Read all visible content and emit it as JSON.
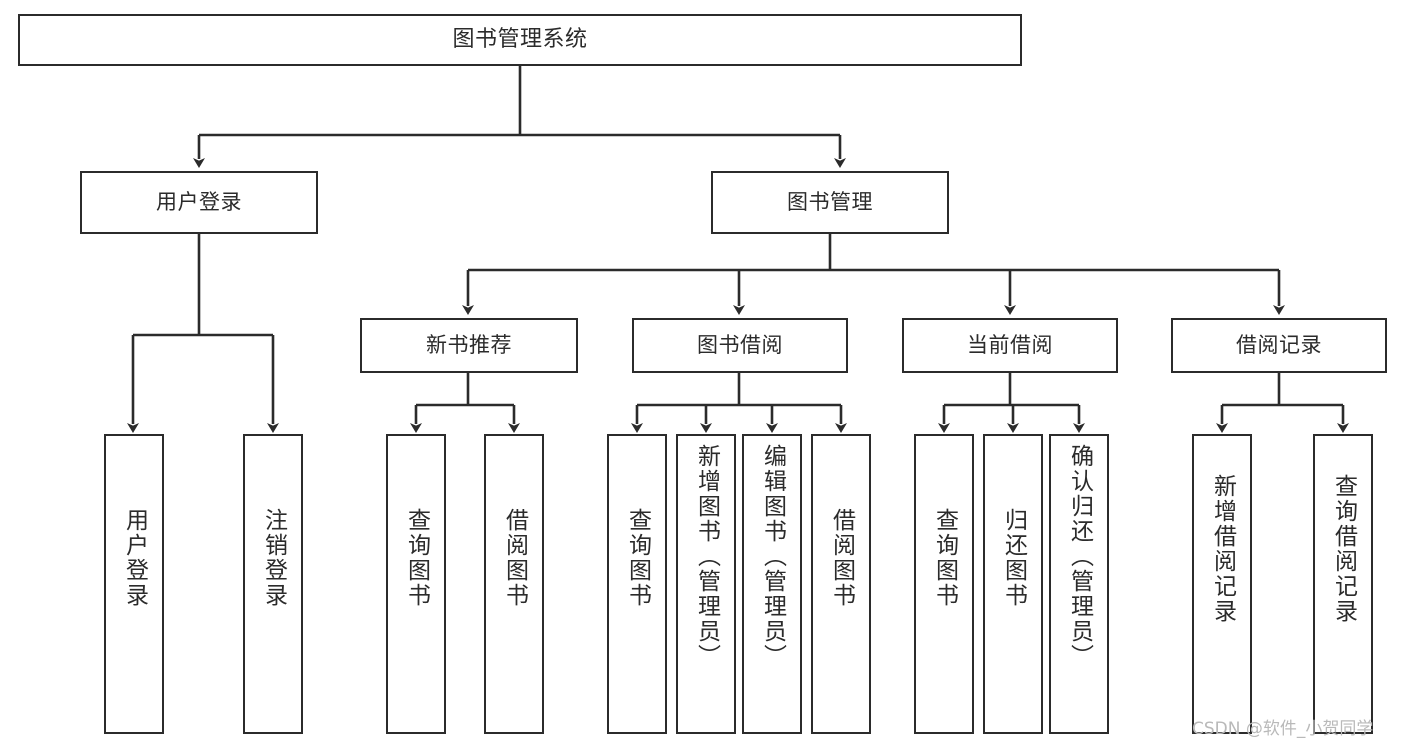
{
  "diagram": {
    "type": "tree",
    "title": "图书管理系统",
    "orientation": "top-down",
    "line_color": "#2b2b2b",
    "box_fill": "#ffffff",
    "text_color": "#2b2b2b"
  },
  "nodes": {
    "root": {
      "label": "图书管理系统",
      "level": 1
    },
    "login": {
      "label": "用户登录",
      "level": 2
    },
    "book_manage": {
      "label": "图书管理",
      "level": 2
    },
    "new_book": {
      "label": "新书推荐",
      "level": 3
    },
    "book_borrow": {
      "label": "图书借阅",
      "level": 3
    },
    "current_borrow": {
      "label": "当前借阅",
      "level": 3
    },
    "borrow_record": {
      "label": "借阅记录",
      "level": 3
    },
    "leaf_user_login": {
      "label": "用户登录",
      "level": 4
    },
    "leaf_logout": {
      "label": "注销登录",
      "level": 4
    },
    "leaf_query_book_1": {
      "label": "查询图书",
      "level": 4
    },
    "leaf_borrow_book_1": {
      "label": "借阅图书",
      "level": 4
    },
    "leaf_query_book_2": {
      "label": "查询图书",
      "level": 4
    },
    "leaf_add_book": {
      "label": "新增图书（管理员）",
      "level": 4
    },
    "leaf_edit_book": {
      "label": "编辑图书（管理员）",
      "level": 4
    },
    "leaf_borrow_book_2": {
      "label": "借阅图书",
      "level": 4
    },
    "leaf_query_book_3": {
      "label": "查询图书",
      "level": 4
    },
    "leaf_return_book": {
      "label": "归还图书",
      "level": 4
    },
    "leaf_confirm_return": {
      "label": "确认归还（管理员）",
      "level": 4
    },
    "leaf_add_record": {
      "label": "新增借阅记录",
      "level": 4
    },
    "leaf_query_record": {
      "label": "查询借阅记录",
      "level": 4
    }
  },
  "edges": [
    {
      "from": "root",
      "to": "login"
    },
    {
      "from": "root",
      "to": "book_manage"
    },
    {
      "from": "login",
      "to": "leaf_user_login"
    },
    {
      "from": "login",
      "to": "leaf_logout"
    },
    {
      "from": "book_manage",
      "to": "new_book"
    },
    {
      "from": "book_manage",
      "to": "book_borrow"
    },
    {
      "from": "book_manage",
      "to": "current_borrow"
    },
    {
      "from": "book_manage",
      "to": "borrow_record"
    },
    {
      "from": "new_book",
      "to": "leaf_query_book_1"
    },
    {
      "from": "new_book",
      "to": "leaf_borrow_book_1"
    },
    {
      "from": "book_borrow",
      "to": "leaf_query_book_2"
    },
    {
      "from": "book_borrow",
      "to": "leaf_add_book"
    },
    {
      "from": "book_borrow",
      "to": "leaf_edit_book"
    },
    {
      "from": "book_borrow",
      "to": "leaf_borrow_book_2"
    },
    {
      "from": "current_borrow",
      "to": "leaf_query_book_3"
    },
    {
      "from": "current_borrow",
      "to": "leaf_return_book"
    },
    {
      "from": "current_borrow",
      "to": "leaf_confirm_return"
    },
    {
      "from": "borrow_record",
      "to": "leaf_add_record"
    },
    {
      "from": "borrow_record",
      "to": "leaf_query_record"
    }
  ],
  "watermark": {
    "text": "CSDN @软件_小贺同学"
  }
}
